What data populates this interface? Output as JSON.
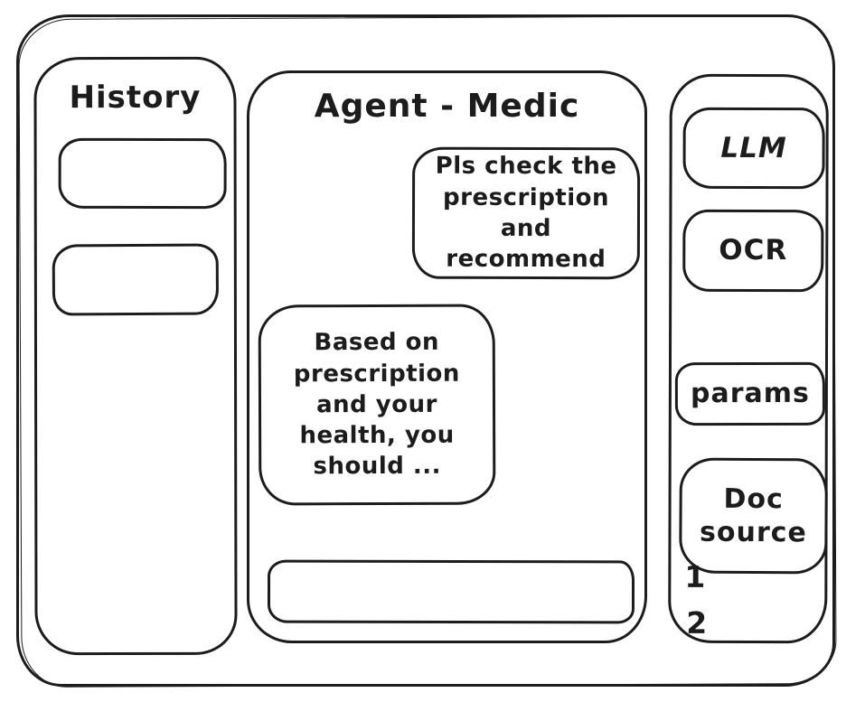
{
  "history_panel": {
    "title": "History",
    "items": [
      {
        "label": ""
      },
      {
        "label": ""
      }
    ]
  },
  "chat_panel": {
    "title": "Agent - Medic",
    "messages": [
      {
        "role": "user",
        "text": "Pls check the prescription and recommend"
      },
      {
        "role": "assistant",
        "text": "Based on prescription and your health, you should ..."
      }
    ],
    "input": {
      "value": "",
      "placeholder": ""
    }
  },
  "tools_panel": {
    "buttons": [
      {
        "label": "LLM"
      },
      {
        "label": "OCR"
      },
      {
        "label": "params"
      },
      {
        "label": "Doc source"
      }
    ],
    "doc_source_items": [
      "1",
      "2"
    ]
  },
  "colors": {
    "ink": "#1c1c1c",
    "background": "#ffffff"
  }
}
